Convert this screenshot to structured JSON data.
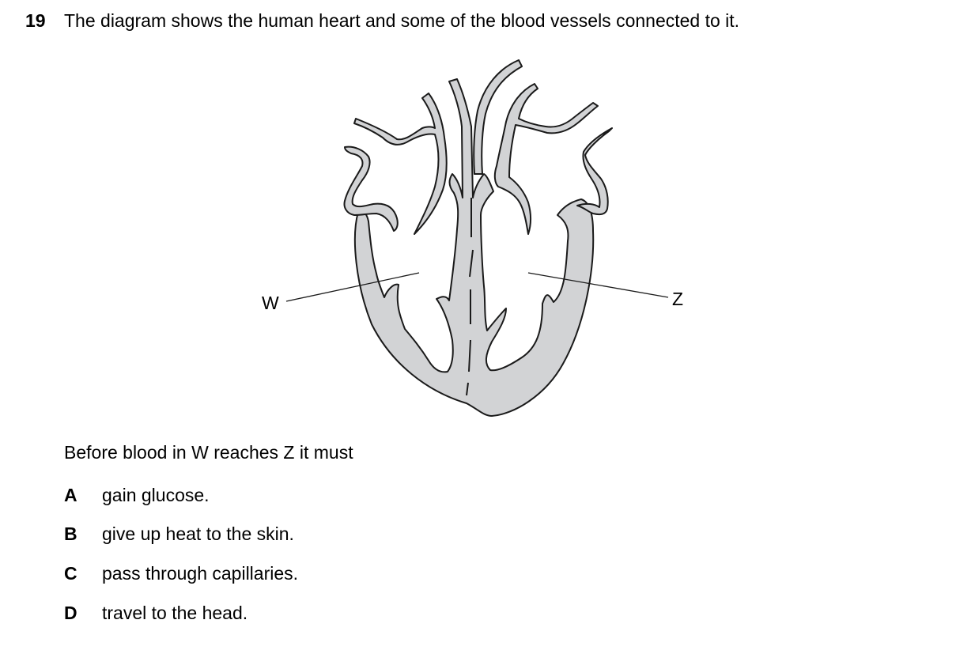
{
  "question": {
    "number": "19",
    "stem": "The diagram shows the human heart and some of the blood vessels connected to it.",
    "prompt": "Before blood in W reaches Z it must"
  },
  "diagram": {
    "labels": {
      "w": "W",
      "z": "Z"
    },
    "colors": {
      "tissue": "#d2d3d5",
      "outline": "#1a1a1a"
    }
  },
  "options": [
    {
      "letter": "A",
      "text": "gain glucose."
    },
    {
      "letter": "B",
      "text": "give up heat to the skin."
    },
    {
      "letter": "C",
      "text": "pass through capillaries."
    },
    {
      "letter": "D",
      "text": "travel to the head."
    }
  ]
}
